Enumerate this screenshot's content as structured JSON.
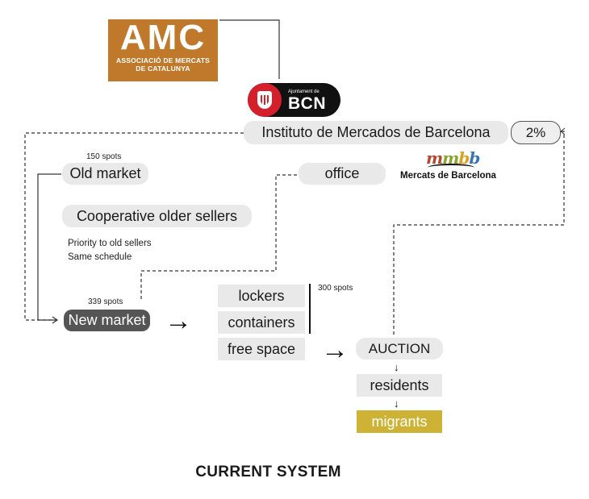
{
  "logos": {
    "amc": {
      "letters": "AMC",
      "line1": "ASSOCIACIÓ DE MERCATS",
      "line2": "DE CATALUNYA",
      "color": "#c0782a"
    },
    "bcn": {
      "small": "Ajuntament de",
      "big": "BCN",
      "accent": "#d5202c"
    },
    "mercats": {
      "mark": [
        "m",
        "m",
        "b",
        "b"
      ],
      "text": "Mercats de Barcelona"
    }
  },
  "nodes": {
    "instituto": "Instituto de Mercados de Barcelona",
    "percent": "2%",
    "office": "office",
    "old_market": "Old market",
    "old_market_spots": "150 spots",
    "cooperative": "Cooperative older sellers",
    "notes": [
      "Priority to old sellers",
      "Same schedule"
    ],
    "new_market": "New market",
    "new_market_spots": "339 spots",
    "lockers": "lockers",
    "containers": "containers",
    "free_space": "free space",
    "group_spots": "300 spots",
    "auction": "AUCTION",
    "residents": "residents",
    "migrants": "migrants"
  },
  "arrows": {
    "big": "→",
    "small": "↓"
  },
  "colors": {
    "new_market": "#555555",
    "migrants": "#cdb235",
    "box": "#e9e9e9"
  },
  "footer": {
    "title": "CURRENT SYSTEM"
  }
}
